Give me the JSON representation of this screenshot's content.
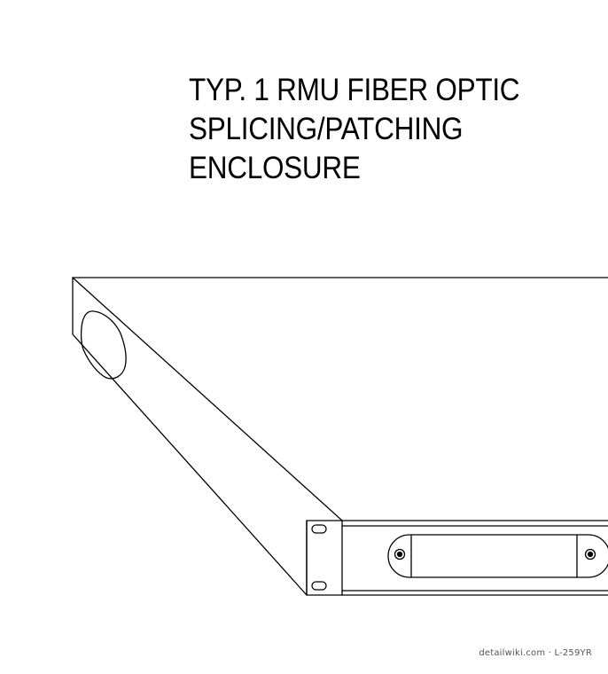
{
  "title_lines": [
    "TYP. 1 RMU FIBER OPTIC",
    "SPLICING/PATCHING",
    "ENCLOSURE"
  ],
  "footer": {
    "site": "detailwiki.com",
    "separator": " · ",
    "code": "L-259YR"
  },
  "colors": {
    "line": "#000000",
    "background": "#ffffff"
  }
}
